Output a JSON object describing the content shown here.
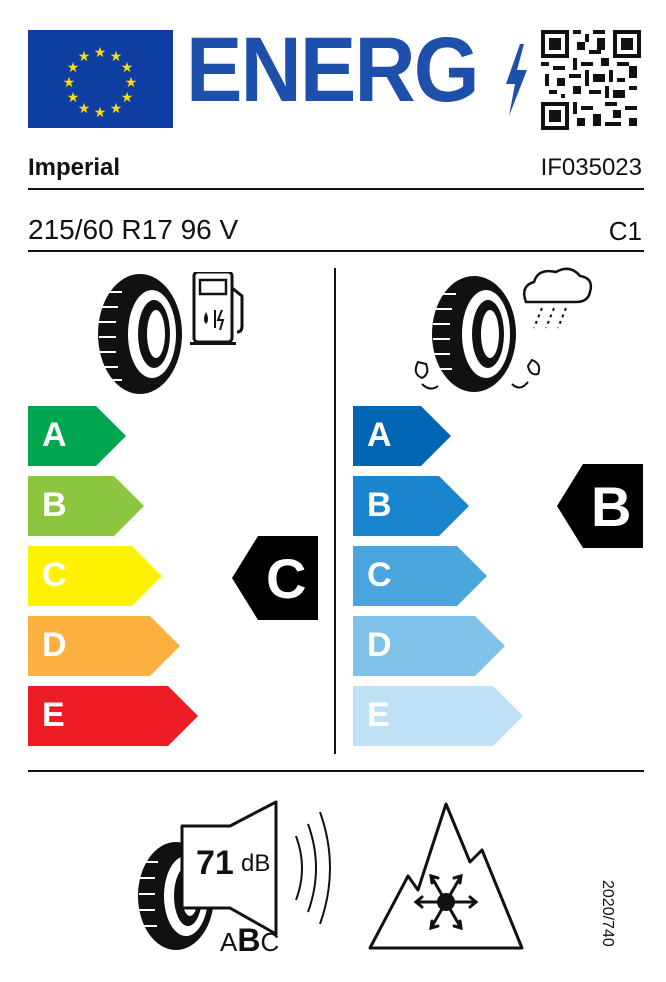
{
  "header": {
    "title": "ENERG",
    "icons": [
      "eu-flag-icon",
      "lightning-bolt-icon",
      "qr-code-icon"
    ]
  },
  "supplier": "Imperial",
  "model_identifier": "IF035023",
  "tyre_size": "215/60 R17 96 V",
  "tyre_class": "C1",
  "fuel_efficiency": {
    "icon": "fuel-pump-tyre-icon",
    "scale": [
      "A",
      "B",
      "C",
      "D",
      "E"
    ],
    "colors": [
      "#00a550",
      "#8cc63f",
      "#fff200",
      "#fbb040",
      "#ed1c24"
    ],
    "rating": "C"
  },
  "wet_grip": {
    "icon": "rain-cloud-tyre-icon",
    "scale": [
      "A",
      "B",
      "C",
      "D",
      "E"
    ],
    "colors": [
      "#0066b3",
      "#1a85cf",
      "#49a5dc",
      "#80c1ea",
      "#bfe1f6"
    ],
    "rating": "B"
  },
  "noise": {
    "icon": "tyre-speaker-icon",
    "value": "71",
    "unit": "dB",
    "class_scale": [
      "A",
      "B",
      "C"
    ],
    "class_rating": "B"
  },
  "snow": {
    "icon": "three-peak-mountain-snowflake-icon"
  },
  "regulation": "2020/740"
}
